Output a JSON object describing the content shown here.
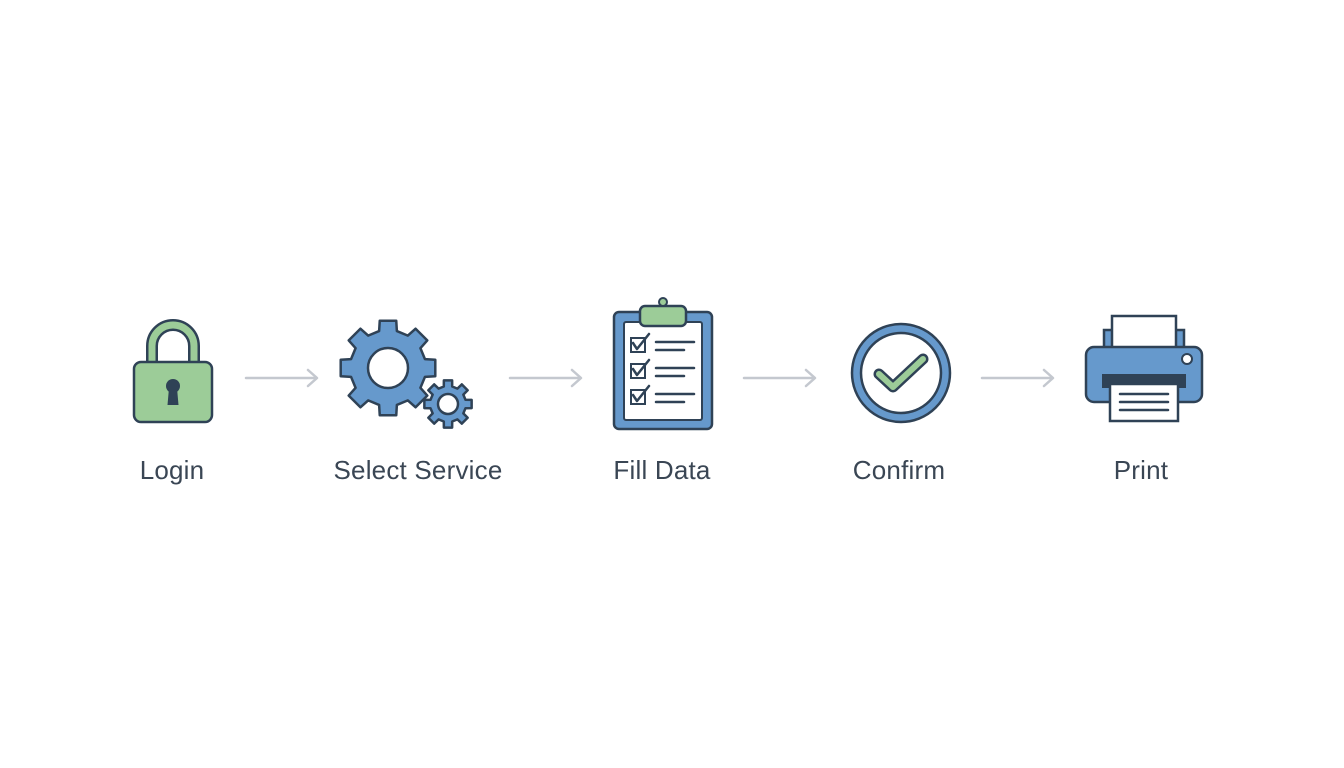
{
  "steps": [
    {
      "label": "Login",
      "icon": "padlock-icon"
    },
    {
      "label": "Select Service",
      "icon": "gears-icon"
    },
    {
      "label": "Fill Data",
      "icon": "clipboard-checklist-icon"
    },
    {
      "label": "Confirm",
      "icon": "checkmark-circle-icon"
    },
    {
      "label": "Print",
      "icon": "printer-icon"
    }
  ],
  "colors": {
    "outline": "#2f4256",
    "green": "#9ccc98",
    "blue": "#6699cc",
    "arrow": "#c4c8cf",
    "label": "#3a4654",
    "paper": "#ffffff"
  }
}
